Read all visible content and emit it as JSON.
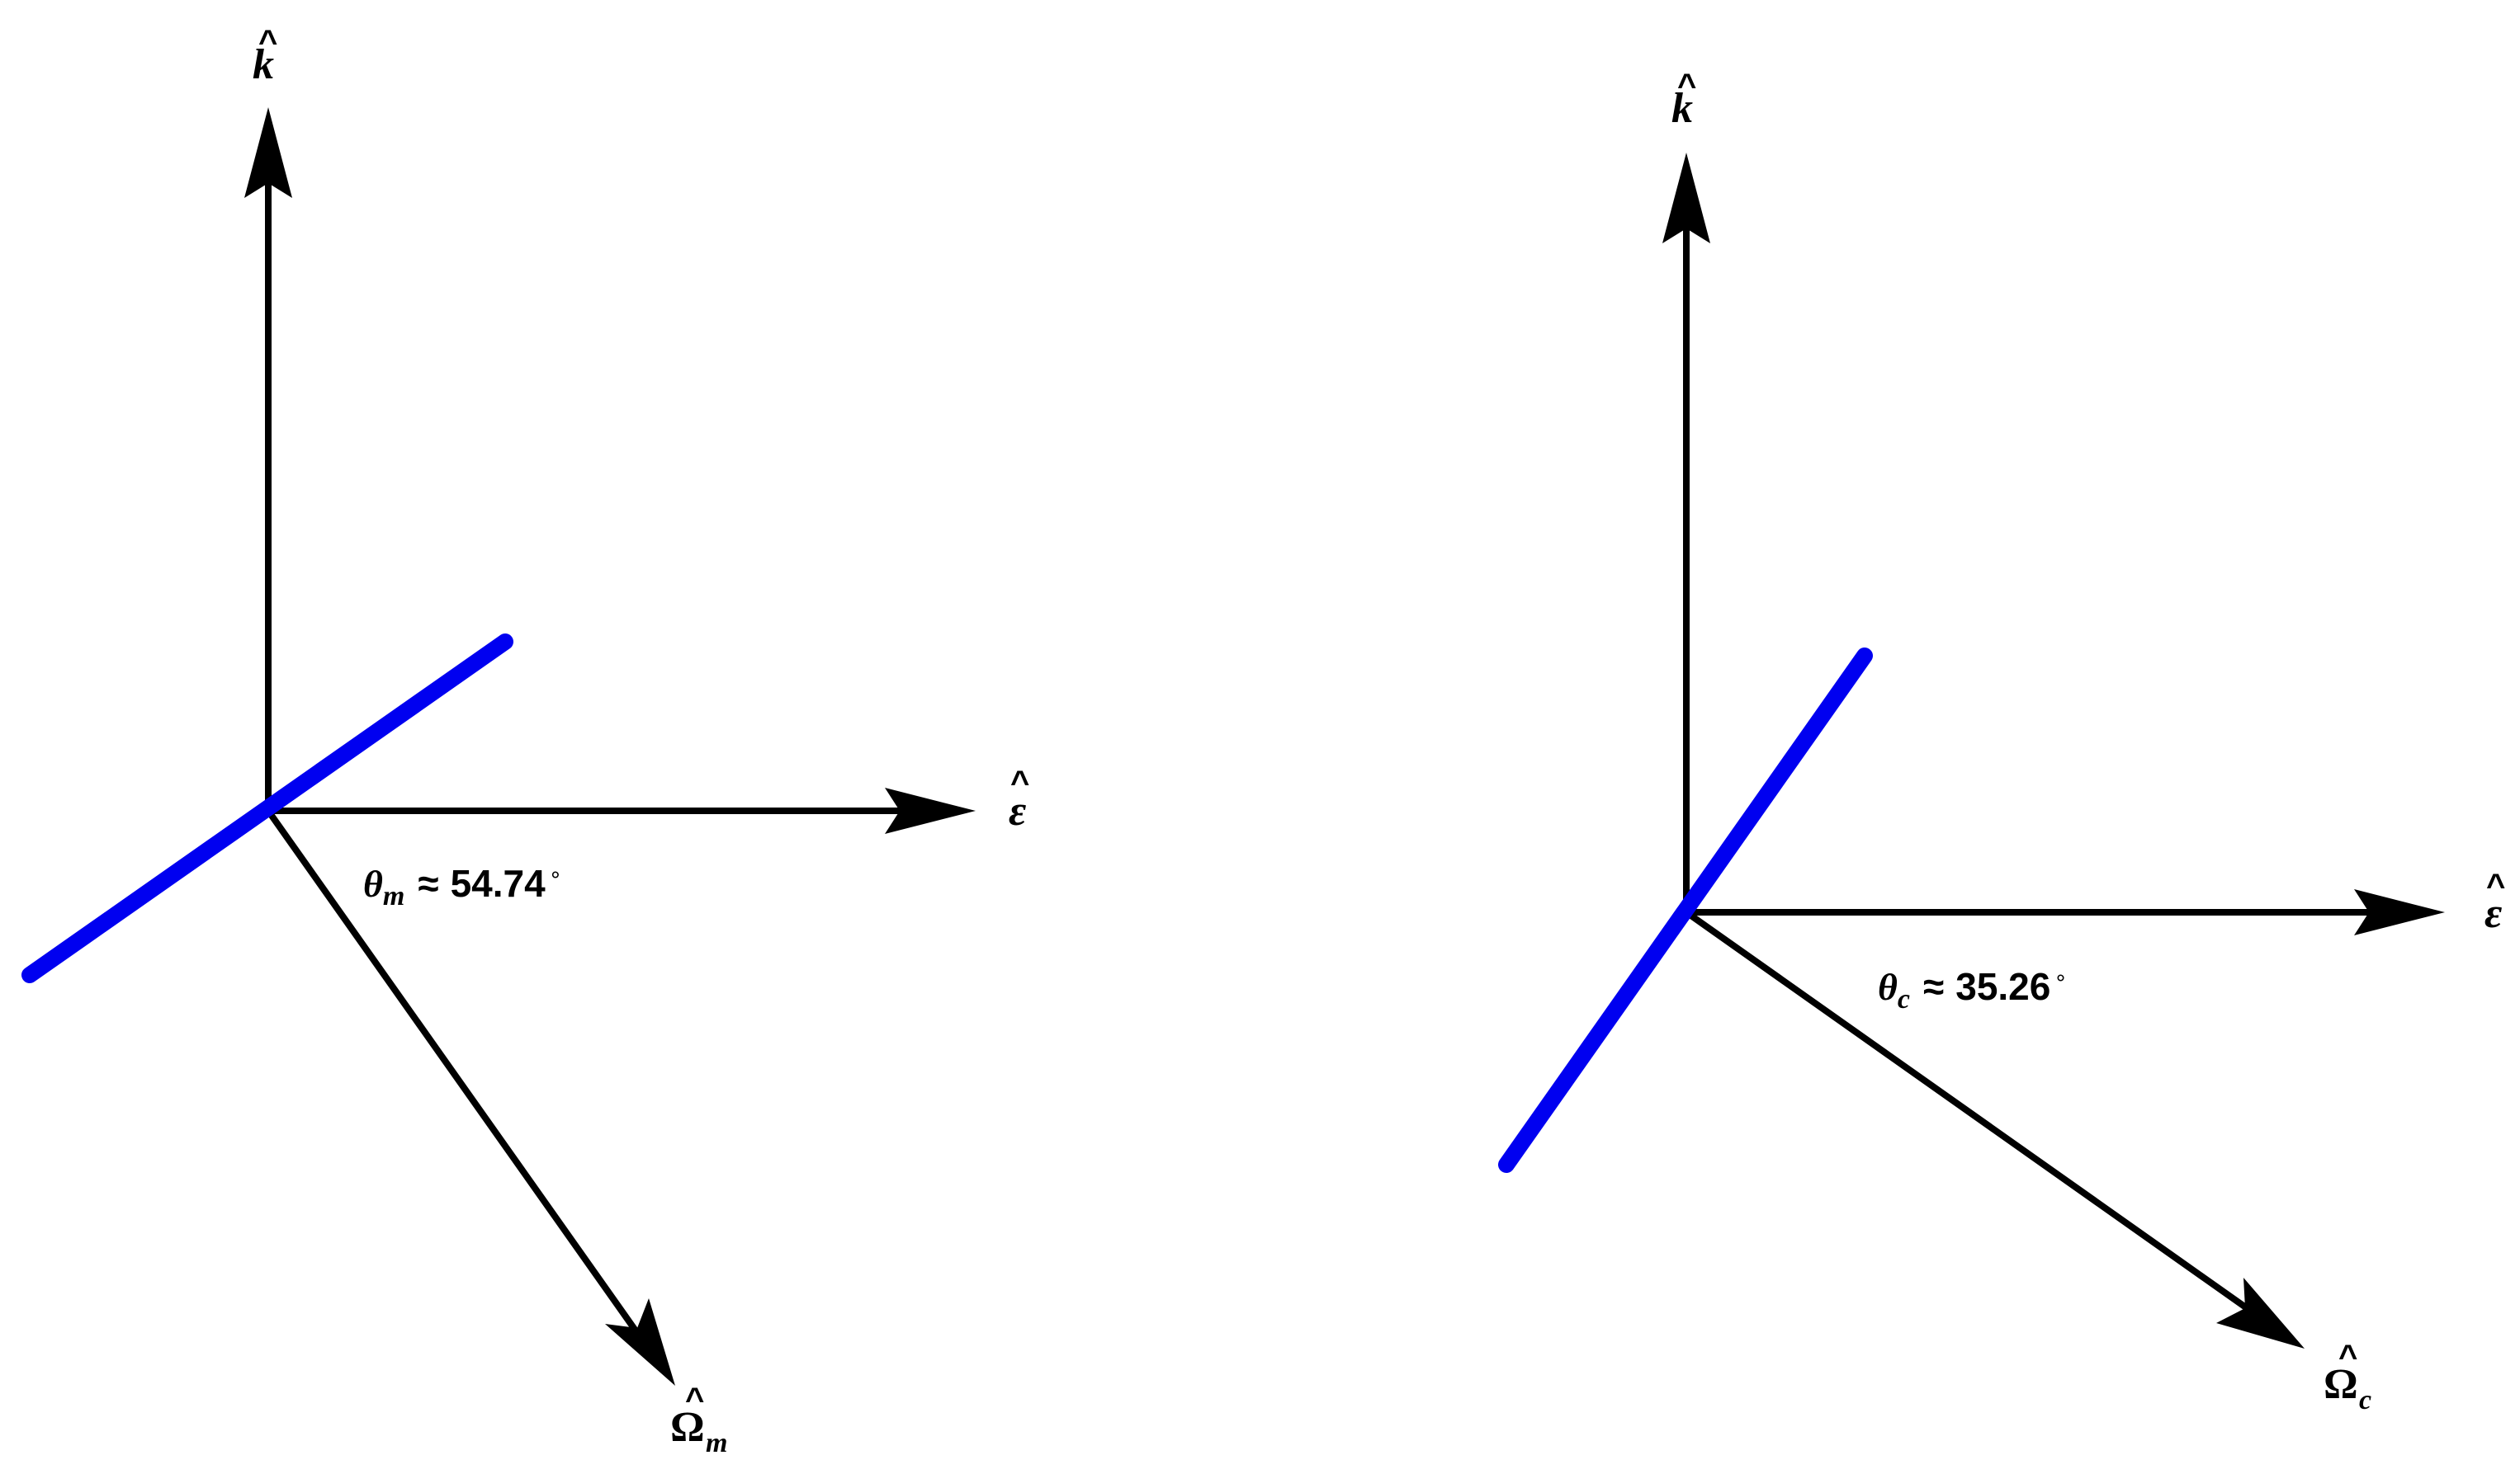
{
  "panels": [
    {
      "id": "magic",
      "k_label": "k",
      "epsilon_label": "ε",
      "omega_label": "Ω",
      "omega_subscript": "m",
      "theta_symbol": "θ",
      "theta_subscript": "m",
      "approx_symbol": "≈",
      "angle_value": "54.74",
      "degree_symbol": "∘"
    },
    {
      "id": "complementary",
      "k_label": "k",
      "epsilon_label": "ε",
      "omega_label": "Ω",
      "omega_subscript": "c",
      "theta_symbol": "θ",
      "theta_subscript": "c",
      "approx_symbol": "≈",
      "angle_value": "35.26",
      "degree_symbol": "∘"
    }
  ],
  "hat_symbol": "^",
  "colors": {
    "axis": "#000000",
    "plane_line": "#0000f0",
    "background": "#ffffff"
  }
}
